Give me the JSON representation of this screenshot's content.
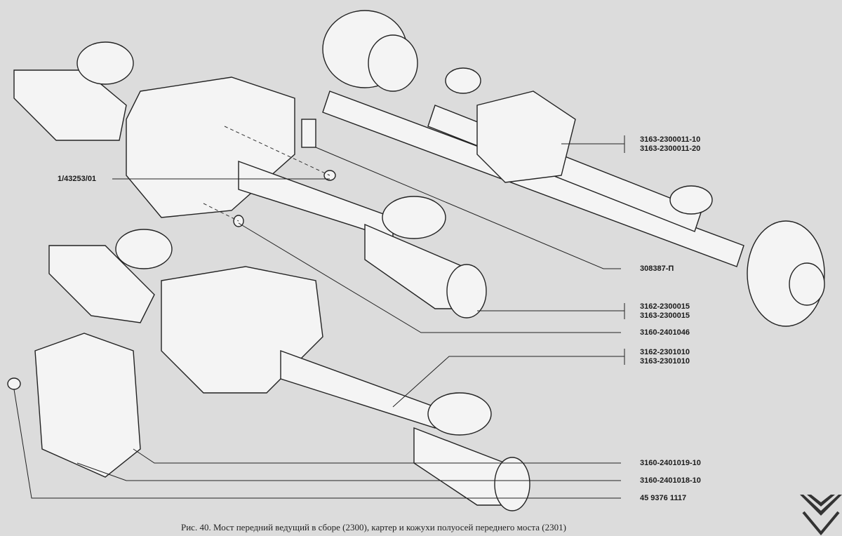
{
  "labels": {
    "l1": "1/43253/01",
    "l2a": "3163-2300011-10",
    "l2b": "3163-2300011-20",
    "l3": "308387-П",
    "l4a": "3162-2300015",
    "l4b": "3163-2300015",
    "l5": "3160-2401046",
    "l6a": "3162-2301010",
    "l6b": "3163-2301010",
    "l7": "3160-2401019-10",
    "l8": "3160-2401018-10",
    "l9": "45 9376 1117"
  },
  "caption": "Рис. 40. Мост передний ведущий в сборе (2300), картер и кожухи полуосей переднего моста (2301)"
}
